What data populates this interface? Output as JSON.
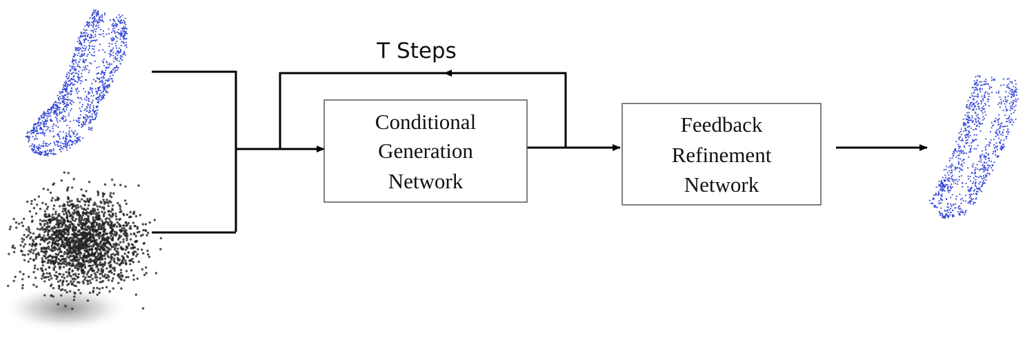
{
  "diagram": {
    "loop_label": "T Steps",
    "generation_box": {
      "lines": [
        "Conditional",
        "Generation",
        "Network"
      ]
    },
    "refinement_box": {
      "lines": [
        "Feedback",
        "Refinement",
        "Network"
      ]
    },
    "colors": {
      "line": "#000000",
      "box_border": "#555555",
      "point_cloud": "#2b3fd6",
      "noise": "#222222"
    },
    "icons": {
      "input_shape": "point-cloud-icon",
      "noise_input": "gaussian-noise-icon",
      "output_shape": "point-cloud-icon"
    }
  }
}
